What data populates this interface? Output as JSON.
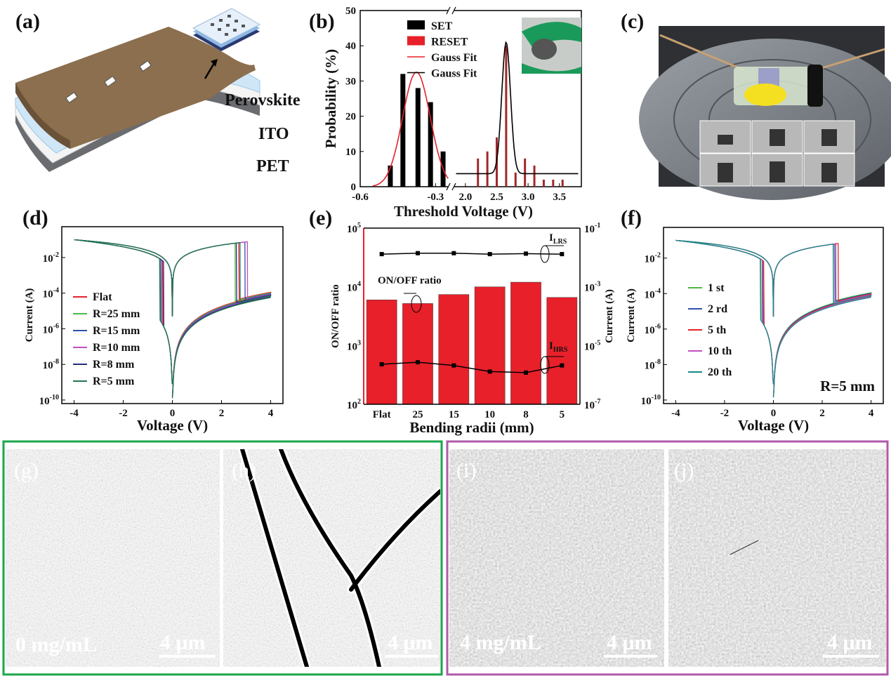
{
  "panels": {
    "a": {
      "label": "(a)",
      "layers": [
        "Perovskite",
        "ITO",
        "PET"
      ]
    },
    "b": {
      "label": "(b)"
    },
    "c": {
      "label": "(c)"
    },
    "d": {
      "label": "(d)"
    },
    "e": {
      "label": "(e)"
    },
    "f": {
      "label": "(f)"
    },
    "g": {
      "label": "(g)",
      "concentration": "0 mg/mL",
      "scale_bar": "4 μm"
    },
    "h": {
      "label": "(h)",
      "scale_bar": "4 μm"
    },
    "i": {
      "label": "(i)",
      "concentration": "4 mg/mL",
      "scale_bar": "4 μm"
    },
    "j": {
      "label": "(j)",
      "scale_bar": "4 μm"
    }
  },
  "colors": {
    "green_frame": "#1aa64a",
    "purple_frame": "#b05aa8",
    "bar_red": "#e8202a",
    "reset_red": "#a0282a"
  },
  "chart_data": [
    {
      "id": "b",
      "type": "bar",
      "xlabel": "Threshold Voltage (V)",
      "ylabel": "Probability (%)",
      "ylim": [
        0,
        50
      ],
      "yticks": [
        "0",
        "10",
        "20",
        "30",
        "40",
        "50"
      ],
      "xlim_left": [
        -0.6,
        -0.245
      ],
      "xlim_right": [
        1.8,
        3.85
      ],
      "xticks": [
        "-0.6",
        "-0.3",
        "2.0",
        "2.5",
        "3.0",
        "3.5"
      ],
      "legend": [
        "SET",
        "RESET",
        "Gauss Fit",
        "Gauss Fit"
      ],
      "series": [
        {
          "name": "SET",
          "color": "#000000",
          "x": [
            -0.48,
            -0.43,
            -0.37,
            -0.32,
            -0.27
          ],
          "values": [
            6,
            32,
            28,
            24,
            10
          ]
        },
        {
          "name": "RESET",
          "color": "#a0282a",
          "x": [
            2.2,
            2.35,
            2.5,
            2.65,
            2.8,
            2.95,
            3.1,
            3.25,
            3.4,
            3.55
          ],
          "values": [
            8,
            10,
            14,
            40,
            4,
            8,
            6,
            2,
            2,
            2
          ]
        }
      ],
      "fits": [
        {
          "name": "Gauss Fit",
          "color": "#e8202a",
          "center": -0.376,
          "peak": 32.5,
          "sigma": 0.055,
          "baseline": 0,
          "range": [
            -0.55,
            -0.25
          ]
        },
        {
          "name": "Gauss Fit",
          "color": "#000000",
          "center": 2.65,
          "peak": 41,
          "sigma": 0.07,
          "baseline": 3.7,
          "range": [
            1.85,
            3.8
          ]
        }
      ]
    },
    {
      "id": "d",
      "type": "line",
      "xlabel": "Voltage (V)",
      "ylabel": "Current (A)",
      "xlim": [
        -4.5,
        4.5
      ],
      "ylim_log10": [
        -10.2,
        -0.27
      ],
      "xticks": [
        "-4",
        "-2",
        "0",
        "2",
        "4"
      ],
      "yticks_exp": [
        "-2",
        "-4",
        "-6",
        "-8",
        "-10"
      ],
      "legend": [
        "Flat",
        "R=25 mm",
        "R=15 mm",
        "R=10 mm",
        "R=8 mm",
        "R=5 mm"
      ],
      "series": [
        {
          "name": "Flat",
          "color": "#e8202a",
          "set_voltage": 2.7,
          "reset_voltage": -0.38
        },
        {
          "name": "R=25 mm",
          "color": "#4fb848",
          "set_voltage": 2.55,
          "reset_voltage": -0.45
        },
        {
          "name": "R=15 mm",
          "color": "#3050b0",
          "set_voltage": 2.95,
          "reset_voltage": -0.48
        },
        {
          "name": "R=10 mm",
          "color": "#c050c0",
          "set_voltage": 3.05,
          "reset_voltage": -0.42
        },
        {
          "name": "R=8 mm",
          "color": "#2a2a80",
          "set_voltage": 2.6,
          "reset_voltage": -0.35
        },
        {
          "name": "R=5 mm",
          "color": "#1f7a50",
          "set_voltage": 2.75,
          "reset_voltage": -0.5
        }
      ]
    },
    {
      "id": "e",
      "type": "bar",
      "xlabel": "Bending radii (mm)",
      "ylabel": "ON/OFF ratio",
      "ylabel_right": "Current (A)",
      "categories": [
        "Flat",
        "25",
        "15",
        "10",
        "8",
        "5"
      ],
      "ylim_log10": [
        2,
        5
      ],
      "yticks_exp": [
        "2",
        "3",
        "4",
        "5"
      ],
      "ylim_right_log10": [
        -7,
        -1
      ],
      "yticks_right_exp": [
        "-7",
        "-5",
        "-3",
        "-1"
      ],
      "values": [
        6000,
        5200,
        7400,
        10000,
        12000,
        6600
      ],
      "bar_label": "ON/OFF ratio",
      "series": [
        {
          "name": "I",
          "sub": "LRS",
          "values": [
            0.013,
            0.014,
            0.014,
            0.013,
            0.0135,
            0.013
          ]
        },
        {
          "name": "I",
          "sub": "HRS",
          "values": [
            2.3e-06,
            2.7e-06,
            2.1e-06,
            1.3e-06,
            1.2e-06,
            2.1e-06
          ]
        }
      ]
    },
    {
      "id": "f",
      "type": "line",
      "xlabel": "Voltage (V)",
      "ylabel": "Current (A)",
      "annotation": "R=5 mm",
      "xlim": [
        -4.5,
        4.5
      ],
      "ylim_log10": [
        -10.2,
        -0.27
      ],
      "xticks": [
        "-4",
        "-2",
        "0",
        "2",
        "4"
      ],
      "yticks_exp": [
        "-2",
        "-4",
        "-6",
        "-8",
        "-10"
      ],
      "legend": [
        "1 st",
        "2 rd",
        "5 th",
        "10 th",
        "20 th"
      ],
      "series": [
        {
          "name": "1 st",
          "color": "#4fb848",
          "set_voltage": 2.45,
          "reset_voltage": -0.5
        },
        {
          "name": "2 rd",
          "color": "#3050b0",
          "set_voltage": 2.55,
          "reset_voltage": -0.42
        },
        {
          "name": "5 th",
          "color": "#e8202a",
          "set_voltage": 2.65,
          "reset_voltage": -0.38
        },
        {
          "name": "10 th",
          "color": "#c050c0",
          "set_voltage": 2.5,
          "reset_voltage": -0.45
        },
        {
          "name": "20 th",
          "color": "#1a8a8a",
          "set_voltage": 2.45,
          "reset_voltage": -0.52
        }
      ]
    }
  ]
}
